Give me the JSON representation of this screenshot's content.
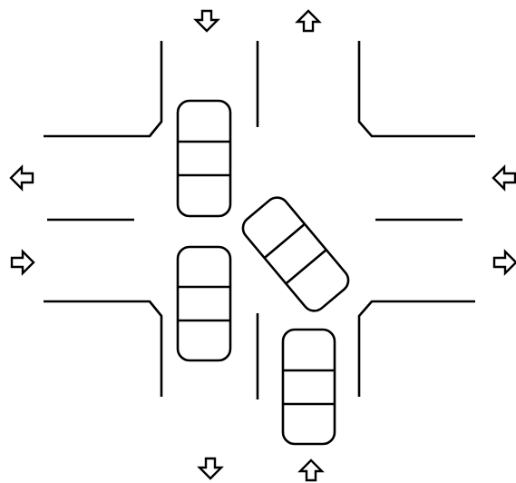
{
  "diagram": {
    "type": "intersection-collision-sketch",
    "vehicles": [
      {
        "id": "car-1",
        "orientation": "vertical"
      },
      {
        "id": "car-2",
        "orientation": "vertical"
      },
      {
        "id": "car-3",
        "orientation": "diagonal"
      },
      {
        "id": "car-4",
        "orientation": "vertical"
      }
    ],
    "traffic_arrows": [
      {
        "id": "north-left",
        "direction": "down"
      },
      {
        "id": "north-right",
        "direction": "up"
      },
      {
        "id": "west-top",
        "direction": "left"
      },
      {
        "id": "west-bottom",
        "direction": "right"
      },
      {
        "id": "east-top",
        "direction": "left"
      },
      {
        "id": "east-bottom",
        "direction": "right"
      },
      {
        "id": "south-left",
        "direction": "down"
      },
      {
        "id": "south-right",
        "direction": "up"
      }
    ],
    "colors": {
      "stroke": "#000000",
      "background": "#ffffff"
    }
  }
}
